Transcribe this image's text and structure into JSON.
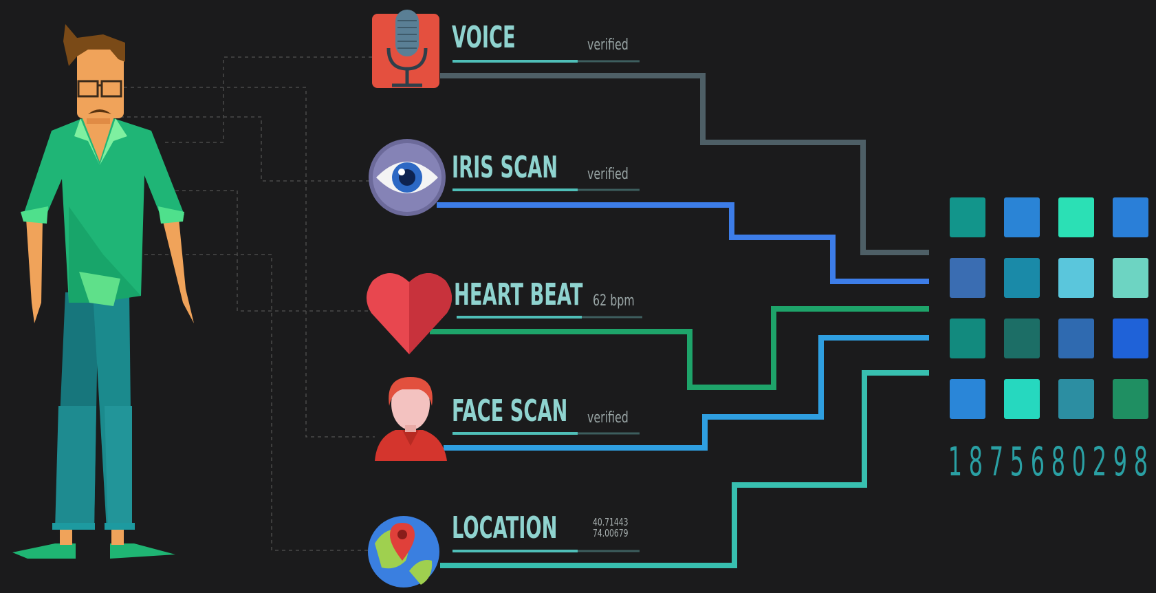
{
  "factors": [
    {
      "label": "VOICE",
      "status": "verified"
    },
    {
      "label": "IRIS SCAN",
      "status": "verified"
    },
    {
      "label": "HEART BEAT",
      "status": "62 bpm"
    },
    {
      "label": "FACE SCAN",
      "status": "verified"
    },
    {
      "label": "LOCATION",
      "status_lines": [
        "40.71443",
        "74.00679"
      ]
    }
  ],
  "code": [
    "1",
    "8",
    "7",
    "5",
    "6",
    "8",
    "0",
    "2",
    "9",
    "8"
  ],
  "colors": {
    "background": "#1b1b1c",
    "voice_line": "#4e5f66",
    "iris_line": "#3d7de8",
    "heart_line": "#1ea46a",
    "face_line": "#2f9fe0",
    "location_line": "#38c0b0",
    "label_text": "#8fd3cf",
    "underline": "#4fbfb8"
  },
  "grid_colors": [
    "#12958b",
    "#2a84d6",
    "#2be0b5",
    "#2a7fd8",
    "#3a6db2",
    "#1a8aa8",
    "#5ac6dc",
    "#6dd4c2",
    "#128a7e",
    "#1c6e66",
    "#2f6ab0",
    "#1f62d8",
    "#2a86d8",
    "#26d8bf",
    "#2c8ea2",
    "#1f8f62"
  ],
  "icons": [
    "microphone-icon",
    "eye-icon",
    "heart-icon",
    "person-icon",
    "globe-pin-icon"
  ]
}
